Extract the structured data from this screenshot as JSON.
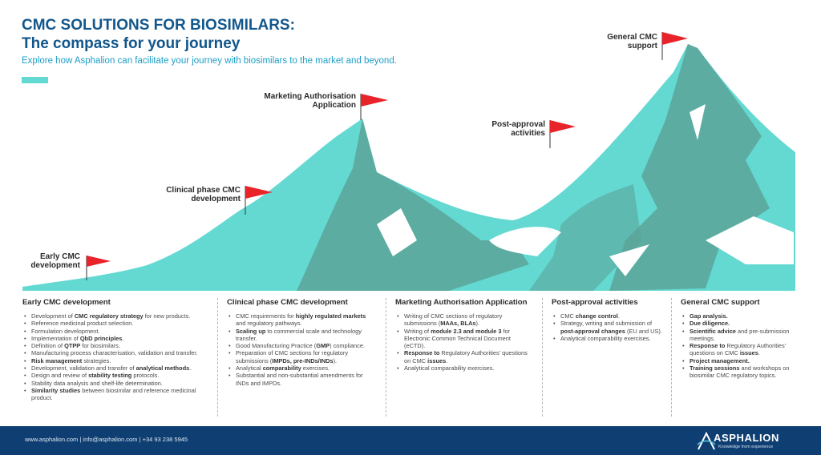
{
  "header": {
    "title_line1": "CMC SOLUTIONS FOR BIOSIMILARS:",
    "title_line2": "The compass for your journey",
    "subtitle": "Explore how Asphalion can facilitate your journey with biosimilars to the market and beyond."
  },
  "peaks": [
    {
      "line1": "Early CMC",
      "line2": "development"
    },
    {
      "line1": "Clinical phase CMC",
      "line2": "development"
    },
    {
      "line1": "Marketing Authorisation",
      "line2": "Application"
    },
    {
      "line1": "Post-approval",
      "line2": "activities"
    },
    {
      "line1": "General CMC",
      "line2": "support"
    }
  ],
  "columns": [
    {
      "heading": "Early CMC development",
      "items": [
        [
          {
            "t": "Development of "
          },
          {
            "t": "CMC regulatory strategy",
            "b": true
          },
          {
            "t": " for new products."
          }
        ],
        [
          {
            "t": "Reference medicinal product selection."
          }
        ],
        [
          {
            "t": "Formulation development."
          }
        ],
        [
          {
            "t": "Implementation of "
          },
          {
            "t": "QbD principles",
            "b": true
          },
          {
            "t": "."
          }
        ],
        [
          {
            "t": "Definition of "
          },
          {
            "t": "QTPP",
            "b": true
          },
          {
            "t": " for biosimilars."
          }
        ],
        [
          {
            "t": "Manufacturing process characterisation, validation and transfer."
          }
        ],
        [
          {
            "t": "Risk management",
            "b": true
          },
          {
            "t": " strategies."
          }
        ],
        [
          {
            "t": "Development, validation and transfer of "
          },
          {
            "t": "analytical methods",
            "b": true
          },
          {
            "t": "."
          }
        ],
        [
          {
            "t": "Design and review of "
          },
          {
            "t": "stability testing",
            "b": true
          },
          {
            "t": " protocols."
          }
        ],
        [
          {
            "t": "Stability data analysis and shelf-life determination."
          }
        ],
        [
          {
            "t": "Similarity studies",
            "b": true
          },
          {
            "t": " between biosimilar and reference medicinal product."
          }
        ]
      ]
    },
    {
      "heading": "Clinical phase CMC development",
      "items": [
        [
          {
            "t": "CMC requirements for "
          },
          {
            "t": "highly regulated markets",
            "b": true
          },
          {
            "t": " and regulatory pathways."
          }
        ],
        [
          {
            "t": "Scaling up",
            "b": true
          },
          {
            "t": " to commercial scale and technology transfer."
          }
        ],
        [
          {
            "t": "Good Manufacturing Practice ("
          },
          {
            "t": "GMP",
            "b": true
          },
          {
            "t": ") compliance."
          }
        ],
        [
          {
            "t": "Preparation of CMC sections for regulatory submissions ("
          },
          {
            "t": "IMPDs, pre-INDs/INDs",
            "b": true
          },
          {
            "t": ")."
          }
        ],
        [
          {
            "t": "Analytical "
          },
          {
            "t": "comparability",
            "b": true
          },
          {
            "t": " exercises."
          }
        ],
        [
          {
            "t": "Substantial and non-substantial amendments for INDs and IMPDs."
          }
        ]
      ]
    },
    {
      "heading": "Marketing Authorisation Application",
      "items": [
        [
          {
            "t": "Writing of CMC sections of regulatory submissions ("
          },
          {
            "t": "MAAs, BLAs",
            "b": true
          },
          {
            "t": ")."
          }
        ],
        [
          {
            "t": "Writing of "
          },
          {
            "t": "module 2.3 and module 3",
            "b": true
          },
          {
            "t": " for Electronic Common Technical Document (eCTD)."
          }
        ],
        [
          {
            "t": "Response to",
            "b": true
          },
          {
            "t": " Regulatory Authorities' questions on CMC "
          },
          {
            "t": "issues",
            "b": true
          },
          {
            "t": "."
          }
        ],
        [
          {
            "t": "Analytical comparability exercises."
          }
        ]
      ]
    },
    {
      "heading": "Post-approval activities",
      "items": [
        [
          {
            "t": "CMC "
          },
          {
            "t": "change control",
            "b": true
          },
          {
            "t": "."
          }
        ],
        [
          {
            "t": "Strategy, writing and submission of "
          },
          {
            "t": "post-approval changes",
            "b": true
          },
          {
            "t": " (EU and US)."
          }
        ],
        [
          {
            "t": "Analytical comparability exercises."
          }
        ]
      ]
    },
    {
      "heading": "General CMC support",
      "items": [
        [
          {
            "t": "Gap analysis.",
            "b": true
          }
        ],
        [
          {
            "t": "Due diligence.",
            "b": true
          }
        ],
        [
          {
            "t": "Scientific advice",
            "b": true
          },
          {
            "t": " and pre-submission meetings."
          }
        ],
        [
          {
            "t": "Response to",
            "b": true
          },
          {
            "t": " Regulatory Authorities' questions on CMC "
          },
          {
            "t": "issues",
            "b": true
          },
          {
            "t": "."
          }
        ],
        [
          {
            "t": "Project management.",
            "b": true
          }
        ],
        [
          {
            "t": "Training sessions",
            "b": true
          },
          {
            "t": " and workshops on biosimilar CMC regulatory topics."
          }
        ]
      ]
    }
  ],
  "footer": {
    "contact": "www.asphalion.com | info@asphalion.com | +34 93 238 5945",
    "logo_name": "ASPHALION",
    "logo_tagline": "Knowledge from experience"
  },
  "icons": {
    "peak_marker": "flag-icon",
    "logo_mark": "compass-a-icon"
  },
  "colors": {
    "title": "#12578c",
    "subtitle": "#1d9ec7",
    "mountain_light": "#64d9d2",
    "mountain_dark": "#5aa399",
    "flag": "#e8232a",
    "footer": "#0f3f72"
  }
}
